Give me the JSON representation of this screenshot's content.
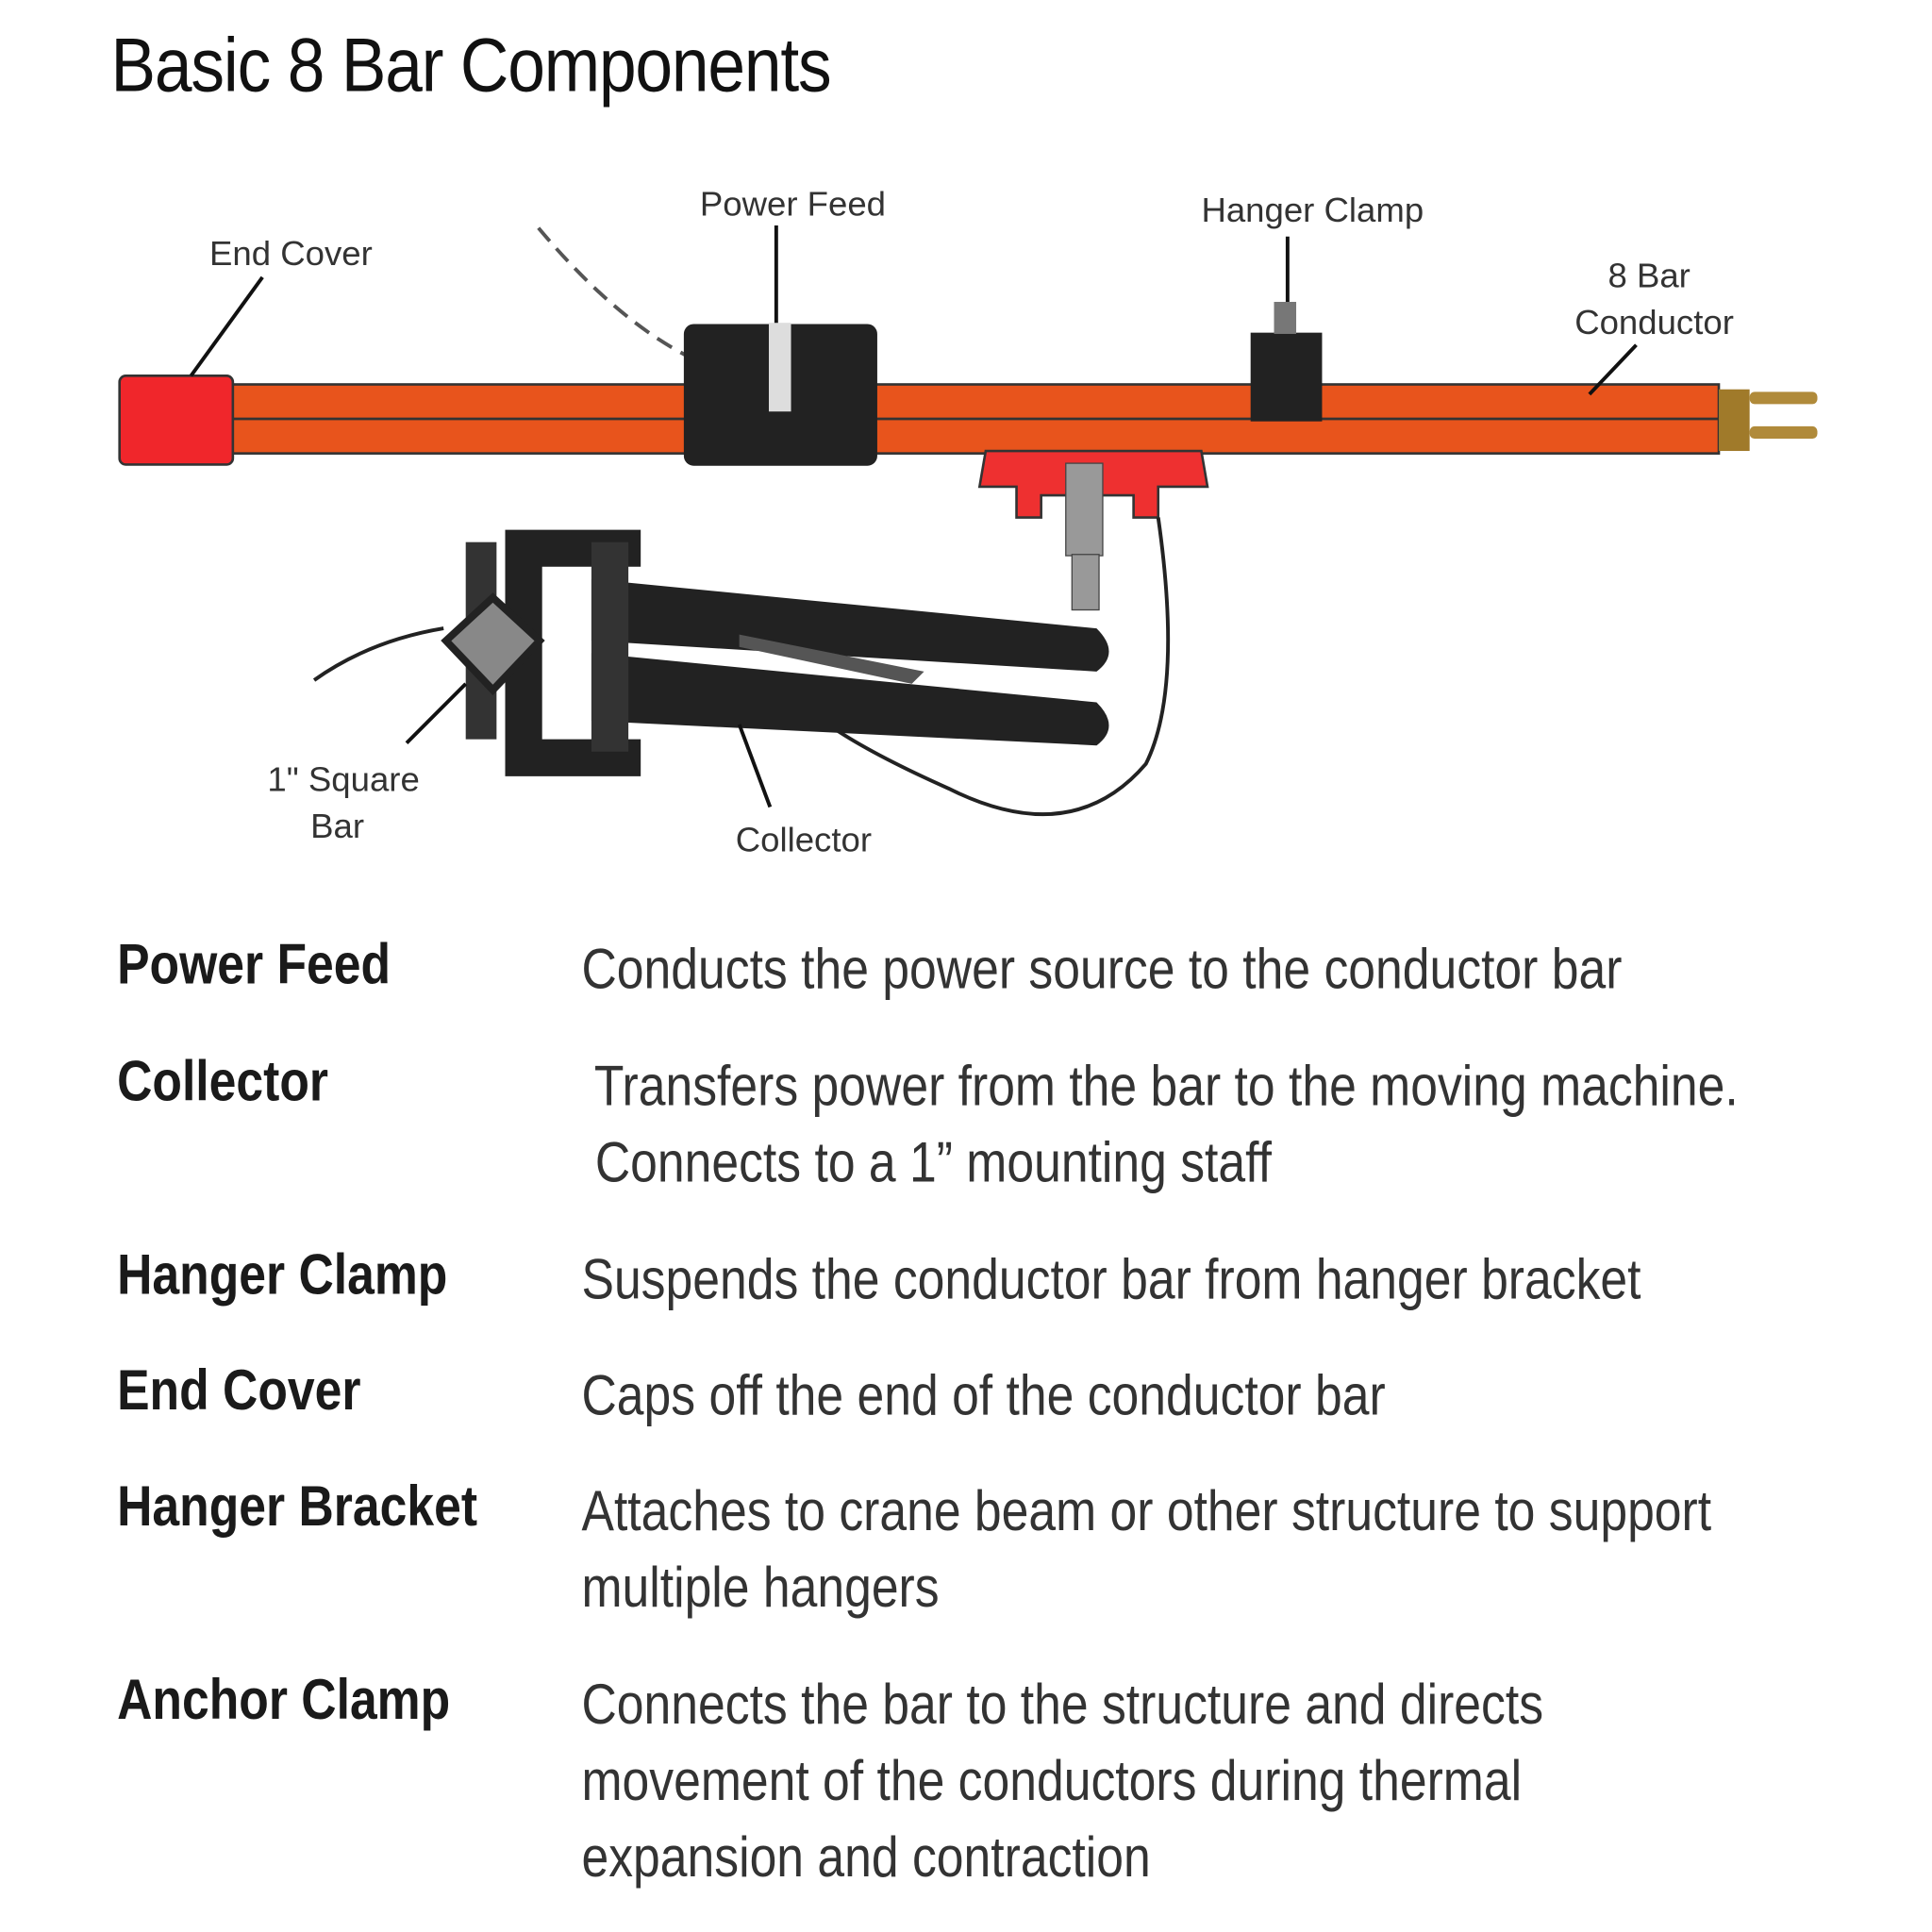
{
  "title": "Basic 8 Bar Components",
  "diagram": {
    "labels": {
      "end_cover": "End Cover",
      "power_feed": "Power Feed",
      "hanger_clamp": "Hanger Clamp",
      "conductor_line1": "8 Bar",
      "conductor_line2": "Conductor",
      "square_bar_line1": "1\" Square",
      "square_bar_line2": "Bar",
      "collector": "Collector"
    },
    "colors": {
      "bar": "#e8541c",
      "end_cover": "#f0262b",
      "component": "#222222"
    }
  },
  "components": [
    {
      "term": "Power Feed",
      "lines": [
        "Conducts the power source to the conductor bar"
      ]
    },
    {
      "term": "Collector",
      "lines": [
        " Transfers power from the bar to the moving machine.",
        " Connects to a 1” mounting staff"
      ]
    },
    {
      "term": "Hanger Clamp",
      "lines": [
        "Suspends the conductor bar from hanger bracket"
      ]
    },
    {
      "term": "End Cover",
      "lines": [
        "Caps off the end of the conductor bar"
      ]
    },
    {
      "term": "Hanger Bracket",
      "lines": [
        "Attaches to crane beam or other structure to support",
        "multiple hangers"
      ]
    },
    {
      "term": "Anchor Clamp",
      "lines": [
        "Connects the bar to the structure and directs",
        "movement of the conductors during thermal",
        "expansion and contraction"
      ]
    }
  ]
}
